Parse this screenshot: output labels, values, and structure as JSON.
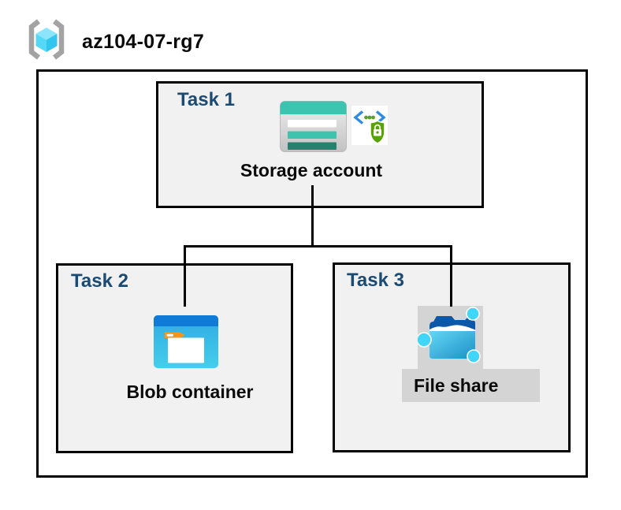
{
  "header": {
    "resource_group_name": "az104-07-rg7"
  },
  "tasks": [
    {
      "label": "Task 1",
      "item": "Storage account",
      "icons": [
        "storage-account-icon",
        "sas-lock-icon"
      ]
    },
    {
      "label": "Task 2",
      "item": "Blob container",
      "icons": [
        "blob-container-icon"
      ]
    },
    {
      "label": "Task 3",
      "item": "File share",
      "icons": [
        "file-share-icon"
      ],
      "highlighted": true
    }
  ],
  "icons": {
    "resource_group": "azure-resource-group-brackets-cube",
    "storage_account": "teal-striped-table",
    "sas_lock": "code-brackets-with-green-shield-lock",
    "blob_container": "blue-window-white-folder-orange-tab",
    "file_share": "blue-folder-with-share-nodes"
  },
  "colors": {
    "task_label_navy": "#1B4A72",
    "box_fill": "#F1F1F1",
    "border_black": "#000000",
    "highlight_gray": "#D4D4D4",
    "storage_teal": "#3DC4B1",
    "storage_teal_dark": "#26816F",
    "blob_header_blue": "#0F7BD7",
    "blob_body_blue": "#35BCE8",
    "folder_tab_orange": "#F7941E",
    "share_node_cyan": "#3FD6FA",
    "share_navy": "#0D57A8",
    "shield_green": "#57A300",
    "code_bracket_blue": "#2E8CE0",
    "rg_bracket_gray": "#A3A3A3",
    "rg_cube_cyan": "#55D7F6"
  }
}
